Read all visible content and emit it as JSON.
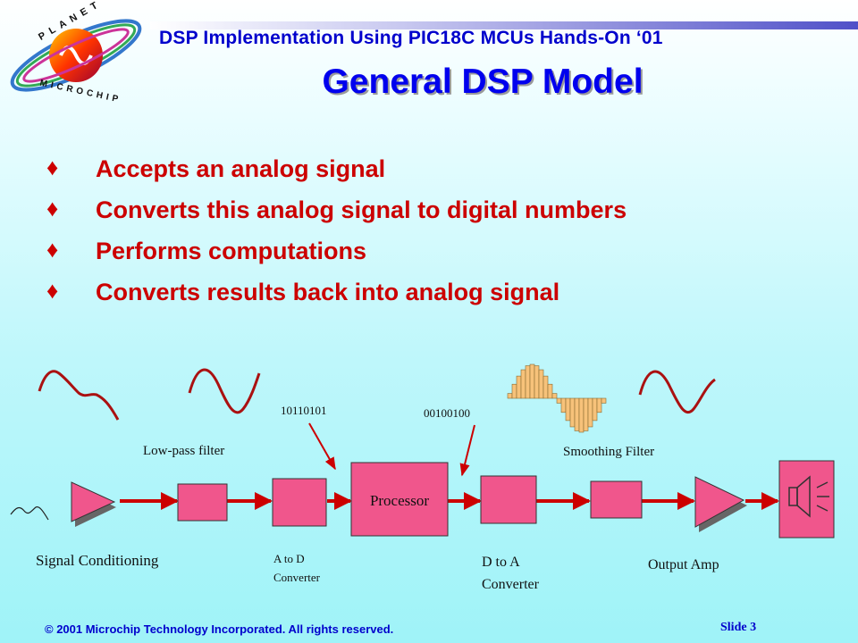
{
  "header": {
    "course_title": "DSP Implementation Using PIC18C MCUs Hands-On  ‘01"
  },
  "logo": {
    "text": "PLANET MICROCHIP"
  },
  "slide": {
    "title": "General DSP Model",
    "bullets": [
      "Accepts an analog signal",
      "Converts this analog signal to digital numbers",
      "Performs computations",
      "Converts results back into analog signal"
    ]
  },
  "diagram": {
    "labels": {
      "signal_conditioning": "Signal Conditioning",
      "low_pass_filter": "Low-pass filter",
      "a_to_d_line1": "A to D",
      "a_to_d_line2": "Converter",
      "processor": "Processor",
      "d_to_a_line1": "D to A",
      "d_to_a_line2": "Converter",
      "smoothing_filter": "Smoothing Filter",
      "output_amp": "Output Amp",
      "input_bits": "10110101",
      "output_bits": "00100100"
    },
    "colors": {
      "block_fill": "#f0568c",
      "arrow": "#cc0000",
      "signal": "#aa1111",
      "sample_bar": "#f7c27a"
    }
  },
  "footer": {
    "copyright": "© 2001 Microchip Technology Incorporated.  All rights reserved.",
    "slide_label": "Slide 3"
  }
}
